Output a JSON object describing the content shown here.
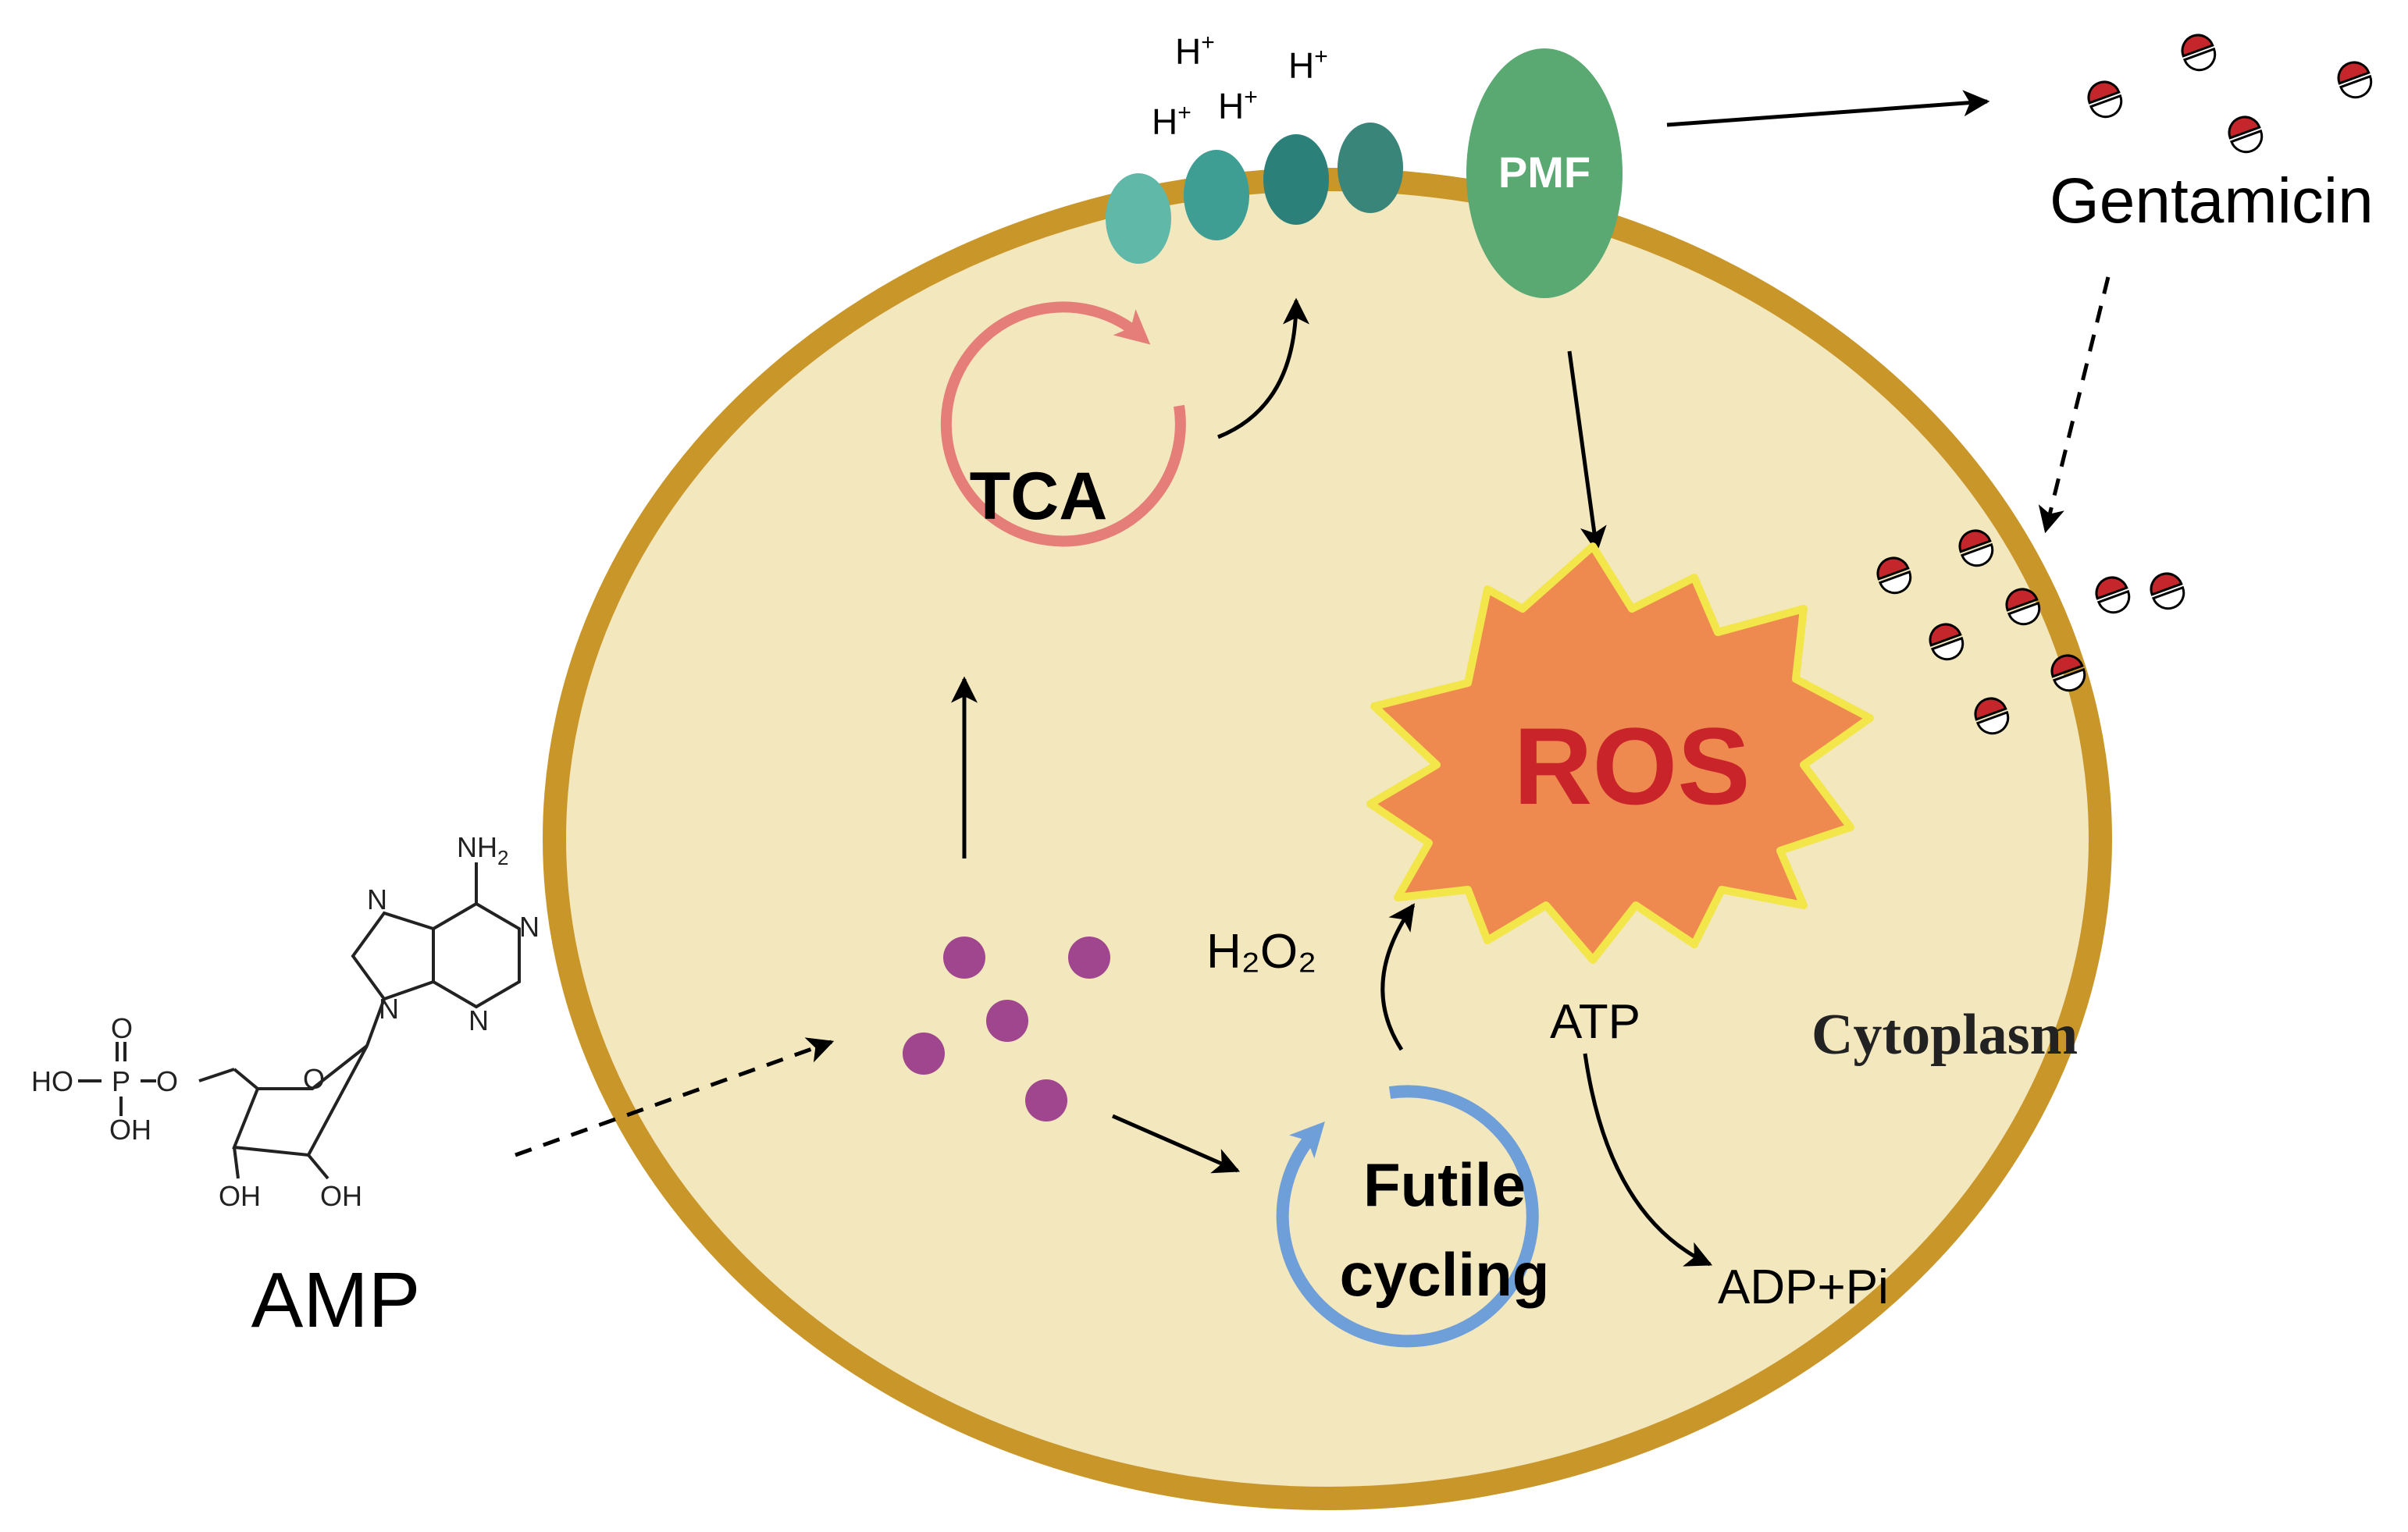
{
  "diagram": {
    "labels": {
      "tca": "TCA",
      "pmf": "PMF",
      "ros": "ROS",
      "h2o2": "H₂O₂",
      "atp": "ATP",
      "adp_pi": "ADP+Pi",
      "futile_line1": "Futile",
      "futile_line2": "cycling",
      "cytoplasm": "Cytoplasm",
      "gentamicin": "Gentamicin",
      "amp": "AMP",
      "proton": "H",
      "proton_charge": "+"
    },
    "amp_structure": {
      "nh2": "NH",
      "nh2_sub": "2",
      "n_labels": [
        "N",
        "N",
        "N",
        "N"
      ],
      "o_labels": [
        "O",
        "O"
      ],
      "p": "P",
      "ho": "HO",
      "oh_phosphate": "OH",
      "oh_sugar_left": "OH",
      "oh_sugar_right": "OH"
    },
    "colors": {
      "cell_fill": "#f3e7bd",
      "membrane": "#c9962a",
      "tca_cycle": "#e57d78",
      "futile_cycle": "#6f9fd8",
      "pmf": "#5aa872",
      "ros_fill": "#ee8a4f",
      "ros_outline": "#f2e64a",
      "ros_text": "#c8242a",
      "metabolite_dots": "#a0468f",
      "gentamicin_red": "#c4262b",
      "channel_light": "#5fb8a8",
      "channel_mid": "#3f9e93",
      "channel_dark": "#2b8079",
      "channel_darkest": "#3a857a"
    }
  }
}
